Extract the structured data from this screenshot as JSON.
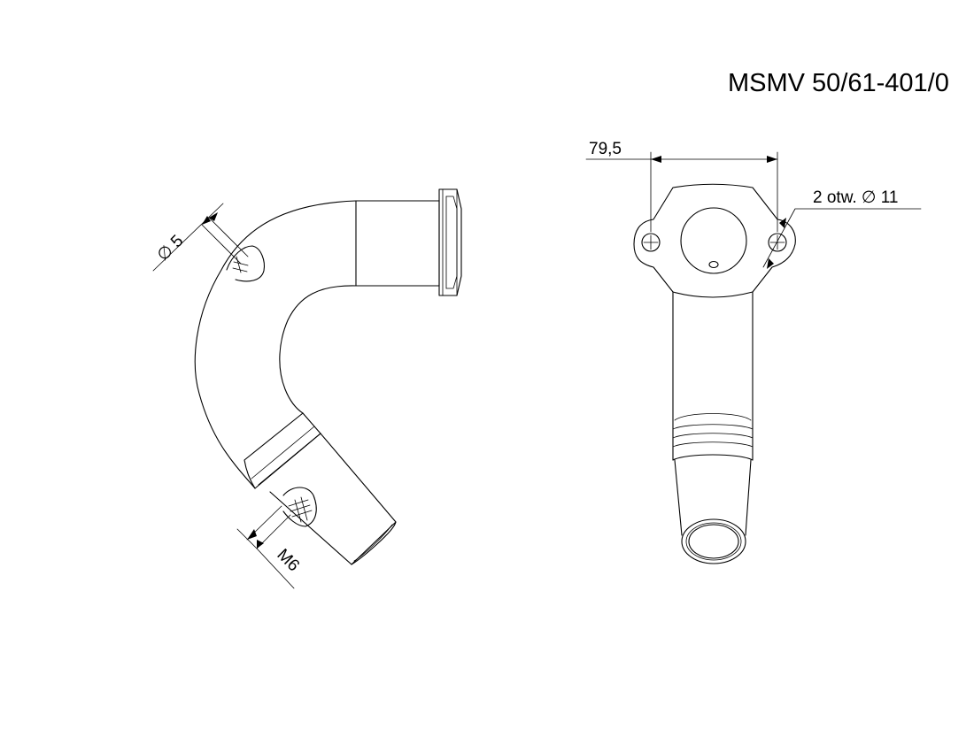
{
  "drawing": {
    "part_number": "MSMV 50/61-401/0",
    "side_view": {
      "hole_diameter_label": "∅ 5",
      "thread_label": "M6"
    },
    "front_view": {
      "hole_spacing_label": "79,5",
      "mounting_holes_label": "2 otw. ∅ 11"
    }
  }
}
